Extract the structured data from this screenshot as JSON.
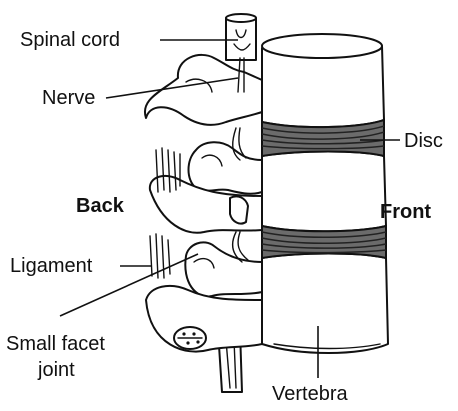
{
  "labels": {
    "spinal_cord": "Spinal cord",
    "nerve": "Nerve",
    "disc": "Disc",
    "back": "Back",
    "front": "Front",
    "ligament": "Ligament",
    "small_facet_line1": "Small facet",
    "small_facet_line2": "joint",
    "vertebra": "Vertebra"
  }
}
